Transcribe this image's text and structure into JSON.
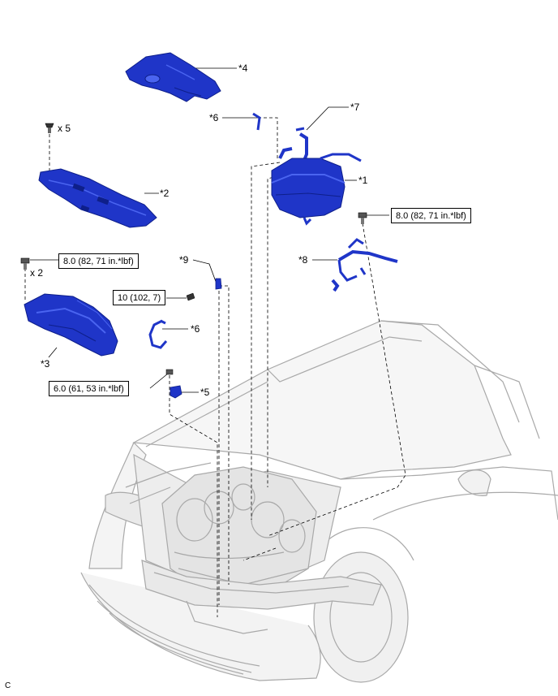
{
  "colors": {
    "part_fill": "#1f35c8",
    "part_dark": "#0e1f8a",
    "part_light": "#4a64f0",
    "car_stroke": "#a9a9a9",
    "car_fill": "#f4f4f4",
    "line": "#000000"
  },
  "callouts": {
    "c1": "*1",
    "c2": "*2",
    "c3": "*3",
    "c4": "*4",
    "c5": "*5",
    "c6_top": "*6",
    "c6_mid": "*6",
    "c7": "*7",
    "c8": "*8",
    "c9": "*9"
  },
  "quantities": {
    "q5": "x 5",
    "q2": "x 2"
  },
  "torques": {
    "t1": "8.0 (82, 71 in.*lbf)",
    "t2": "8.0 (82, 71 in.*lbf)",
    "t3": "10 (102, 7)",
    "t4": "6.0 (61, 53 in.*lbf)"
  },
  "figure_code": "C"
}
